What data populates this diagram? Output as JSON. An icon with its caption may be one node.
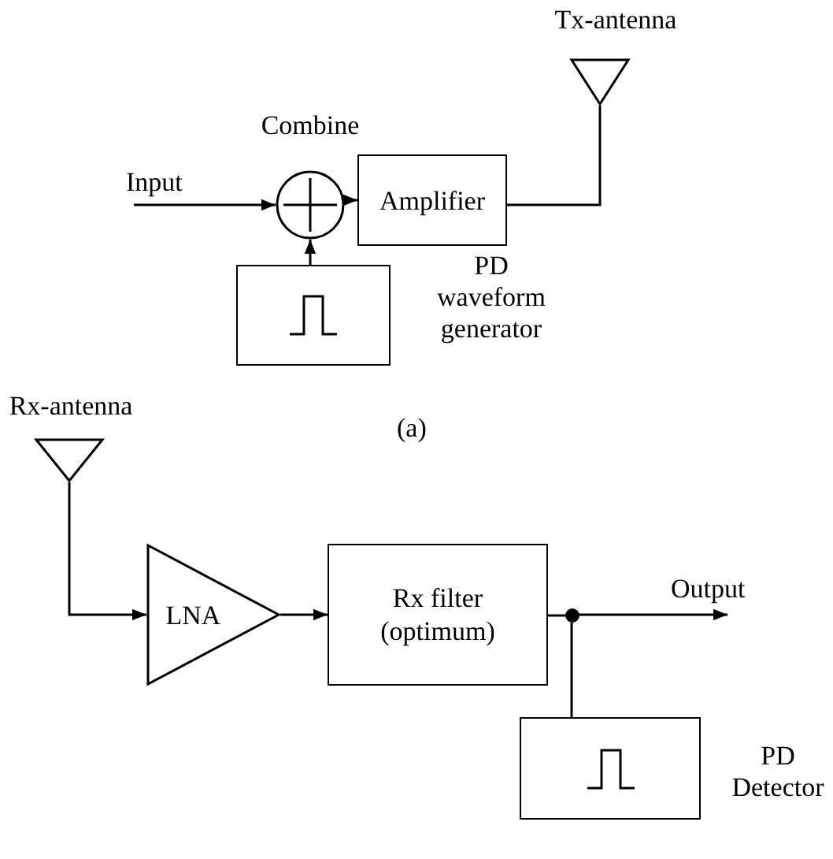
{
  "diagram": {
    "nodes": [
      {
        "text": [
          "Combine"
        ]
      },
      {
        "text": [
          "Amplifier"
        ]
      },
      {
        "text": [
          "Tx-antenna"
        ]
      },
      {
        "text": [
          "PD waveform generator"
        ]
      },
      {
        "text": [
          "Rx-antenna"
        ]
      },
      {
        "text": [
          "LNA"
        ]
      },
      {
        "text": [
          "Rx filter (optimum)"
        ]
      },
      {
        "text": [],
        "shape": "circle"
      },
      {
        "text": [
          "PD Detector"
        ]
      }
    ],
    "edges": [
      {
        "from": null,
        "to": 0,
        "arrow": "to",
        "label": "Input"
      },
      {
        "from": 3,
        "to": 0,
        "arrow": "to"
      },
      {
        "from": 0,
        "to": 1,
        "arrow": "to"
      },
      {
        "from": 1,
        "to": 2,
        "arrow": "none"
      },
      {
        "from": 4,
        "to": 5,
        "arrow": "to"
      },
      {
        "from": 5,
        "to": 6,
        "arrow": "to"
      },
      {
        "from": 6,
        "to": 7,
        "arrow": "none"
      },
      {
        "from": 7,
        "to": null,
        "arrow": "to",
        "label": "Output"
      },
      {
        "from": 7,
        "to": 8,
        "arrow": "none"
      }
    ],
    "labels": [
      "(a)"
    ]
  }
}
